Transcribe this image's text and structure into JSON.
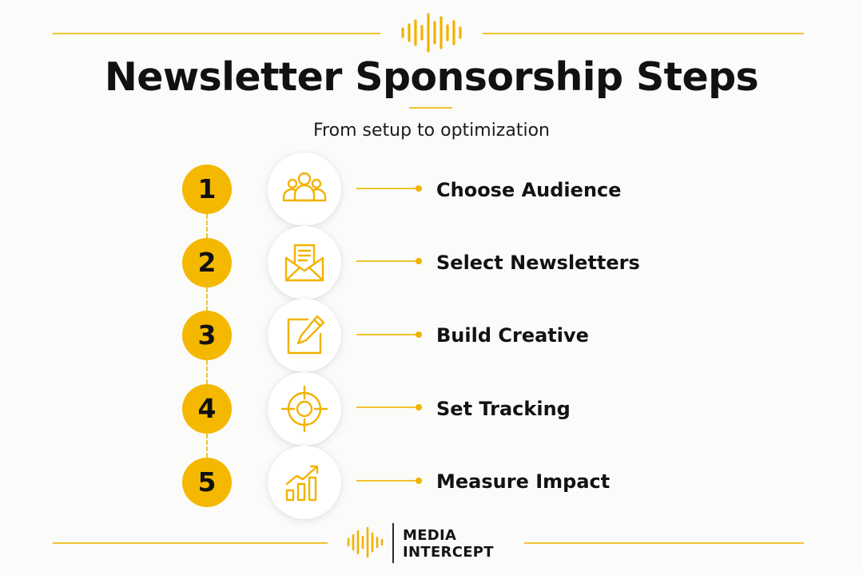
{
  "header": {
    "title": "Newsletter Sponsorship Steps",
    "subtitle": "From setup to optimization",
    "logo_icon": "soundwave-icon"
  },
  "steps": [
    {
      "number": "1",
      "label": "Choose Audience",
      "icon": "audience-group-icon"
    },
    {
      "number": "2",
      "label": "Select Newsletters",
      "icon": "envelope-letter-icon"
    },
    {
      "number": "3",
      "label": "Build Creative",
      "icon": "edit-pencil-icon"
    },
    {
      "number": "4",
      "label": "Set Tracking",
      "icon": "target-crosshair-icon"
    },
    {
      "number": "5",
      "label": "Measure Impact",
      "icon": "growth-chart-icon"
    }
  ],
  "footer": {
    "brand_line1": "MEDIA",
    "brand_line2": "INTERCEPT",
    "logo_icon": "soundwave-icon"
  },
  "colors": {
    "accent": "#f5b800",
    "accent_line": "#f2c230",
    "text": "#121212",
    "background": "#fbfbfa"
  }
}
